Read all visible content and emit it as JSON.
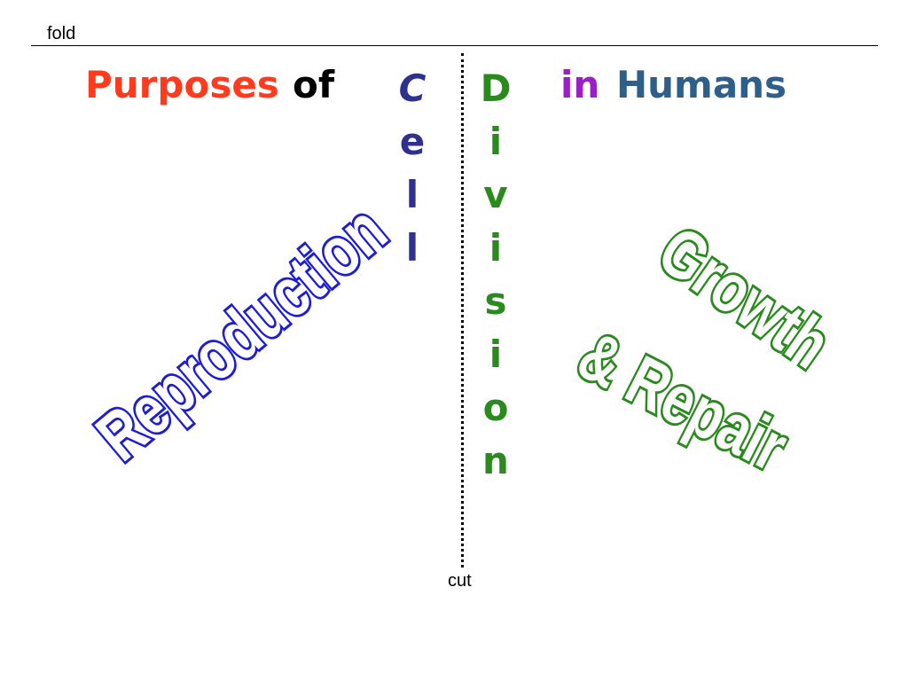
{
  "guides": {
    "fold_label": "fold",
    "cut_label": "cut"
  },
  "title": {
    "purposes": "Purposes",
    "of": "of",
    "in": "in",
    "humans": "Humans"
  },
  "vertical_words": {
    "cell": [
      "C",
      "e",
      "l",
      "l"
    ],
    "division": [
      "D",
      "i",
      "v",
      "i",
      "s",
      "i",
      "o",
      "n"
    ]
  },
  "purposes": {
    "left": "Reproduction",
    "right_line1": "Growth",
    "right_line2": "& Repair"
  },
  "colors": {
    "purposes": "#ff3b1f",
    "of": "#000000",
    "cell": "#2e3192",
    "division": "#2a8a1e",
    "in": "#9b1fc7",
    "humans": "#2e5f8a",
    "reproduction_outline": "#1d1dd6",
    "growth_outline": "#2b8a1e"
  }
}
